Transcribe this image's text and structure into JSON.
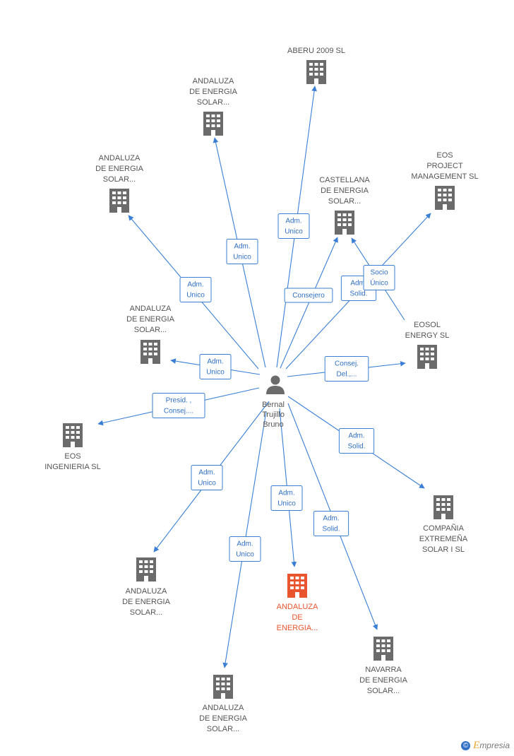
{
  "person": {
    "name_lines": [
      "Bernal",
      "Trujillo",
      "Bruno"
    ]
  },
  "nodes": [
    {
      "id": "aberu",
      "label_lines": [
        "ABERU 2009 SL"
      ],
      "highlight": false
    },
    {
      "id": "andaluza_top",
      "label_lines": [
        "ANDALUZA",
        "DE ENERGIA",
        "SOLAR..."
      ],
      "highlight": false
    },
    {
      "id": "andaluza_upleft",
      "label_lines": [
        "ANDALUZA",
        "DE ENERGIA",
        "SOLAR..."
      ],
      "highlight": false
    },
    {
      "id": "castellana",
      "label_lines": [
        "CASTELLANA",
        "DE ENERGIA",
        "SOLAR..."
      ],
      "highlight": false
    },
    {
      "id": "eos_pm",
      "label_lines": [
        "EOS",
        "PROJECT",
        "MANAGEMENT SL"
      ],
      "highlight": false
    },
    {
      "id": "eosol",
      "label_lines": [
        "EOSOL",
        "ENERGY SL"
      ],
      "highlight": false
    },
    {
      "id": "andaluza_midleft",
      "label_lines": [
        "ANDALUZA",
        "DE ENERGIA",
        "SOLAR..."
      ],
      "highlight": false
    },
    {
      "id": "eos_ing",
      "label_lines": [
        "EOS",
        "INGENIERIA SL"
      ],
      "highlight": false
    },
    {
      "id": "compania",
      "label_lines": [
        "COMPAÑIA",
        "EXTREMEÑA",
        "SOLAR I SL"
      ],
      "highlight": false
    },
    {
      "id": "andaluza_lowleft",
      "label_lines": [
        "ANDALUZA",
        "DE ENERGIA",
        "SOLAR..."
      ],
      "highlight": false
    },
    {
      "id": "andaluza_main",
      "label_lines": [
        "ANDALUZA",
        "DE",
        "ENERGIA..."
      ],
      "highlight": true
    },
    {
      "id": "navarra",
      "label_lines": [
        "NAVARRA",
        "DE ENERGIA",
        "SOLAR..."
      ],
      "highlight": false
    },
    {
      "id": "andaluza_bottom",
      "label_lines": [
        "ANDALUZA",
        "DE ENERGIA",
        "SOLAR..."
      ],
      "highlight": false
    }
  ],
  "edges": [
    {
      "to": "aberu",
      "label_lines": [
        "Adm.",
        "Unico"
      ]
    },
    {
      "to": "andaluza_top",
      "label_lines": [
        "Adm.",
        "Unico"
      ]
    },
    {
      "to": "andaluza_upleft",
      "label_lines": [
        "Adm.",
        "Unico"
      ]
    },
    {
      "to": "castellana",
      "label_lines": [
        "Consejero"
      ]
    },
    {
      "to": "eos_pm",
      "label_lines": [
        "Adm.",
        "Solid."
      ]
    },
    {
      "to": "castellana",
      "label_lines": [
        "Socio",
        "Único"
      ],
      "from": "eosol"
    },
    {
      "to": "eosol",
      "label_lines": [
        "Consej.",
        "Del.,..."
      ]
    },
    {
      "to": "andaluza_midleft",
      "label_lines": [
        "Adm.",
        "Unico"
      ]
    },
    {
      "to": "eos_ing",
      "label_lines": [
        "Presid. ,",
        "Consej...."
      ]
    },
    {
      "to": "compania",
      "label_lines": [
        "Adm.",
        "Solid."
      ]
    },
    {
      "to": "andaluza_lowleft",
      "label_lines": [
        "Adm.",
        "Unico"
      ]
    },
    {
      "to": "andaluza_main",
      "label_lines": [
        "Adm.",
        "Unico"
      ]
    },
    {
      "to": "navarra",
      "label_lines": [
        "Adm.",
        "Solid."
      ]
    },
    {
      "to": "andaluza_bottom",
      "label_lines": [
        "Adm.",
        "Unico"
      ]
    }
  ],
  "colors": {
    "edge": "#3a7fd5",
    "node": "#6b6b6b",
    "highlight": "#e8552e",
    "person": "#6b6b6b"
  },
  "icons": {
    "company": "building-icon",
    "person": "person-icon"
  },
  "brand": {
    "copyright": "©",
    "initial": "E",
    "rest": "mpresia"
  }
}
